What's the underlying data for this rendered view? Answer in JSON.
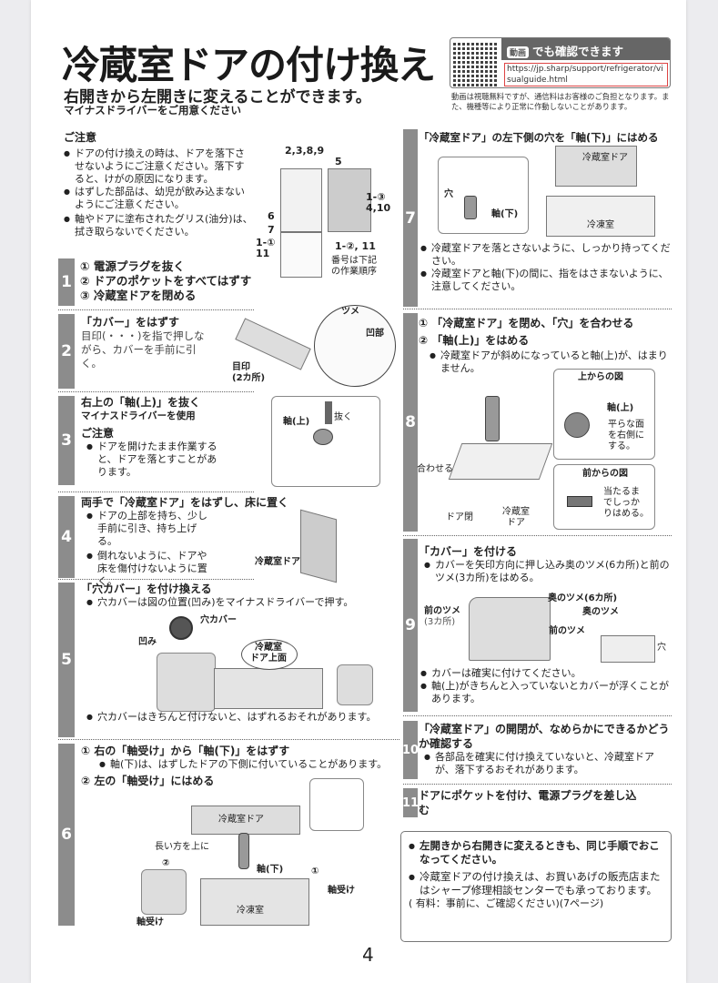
{
  "header": {
    "title": "冷蔵室ドアの付け換え",
    "subtitle": "右開きから左開きに変えることができます。",
    "tool_note": "マイナスドライバーをご用意ください"
  },
  "video": {
    "badge": "動画",
    "label": "でも確認できます",
    "url": "https://jp.sharp/support/refrigerator/visualguide.html",
    "note": "動画は視聴無料ですが、通信料はお客様のご負担となります。また、機種等により正常に作動しないことがあります。"
  },
  "caution": {
    "title": "ご注意",
    "items": [
      "ドアの付け換えの時は、ドアを落下させないようにご注意ください。落下すると、けがの原因になります。",
      "はずした部品は、幼児が飲み込まないようにご注意ください。",
      "軸やドアに塗布されたグリス(油分)は、拭き取らないでください。"
    ],
    "diagram_labels": {
      "top_left": "2,3,8,9",
      "top_right": "5",
      "right": "1-③\n4,10",
      "left_mid": "6",
      "left_low": "7",
      "plug": "1-①\n11",
      "bottom": "1-②, 11",
      "order_note": "番号は下記の作業順序"
    }
  },
  "steps": [
    {
      "num": "1",
      "lines": [
        "① 電源プラグを抜く",
        "② ドアのポケットをすべてはずす",
        "③ 冷蔵室ドアを閉める"
      ]
    },
    {
      "num": "2",
      "title": "「カバー」をはずす",
      "text": "目印(・・・)を指で押しながら、カバーを手前に引く。",
      "labels": [
        "ツメ",
        "凹部",
        "目印\n(2カ所)"
      ]
    },
    {
      "num": "3",
      "title": "右上の「軸(上)」を抜く",
      "text": "マイナスドライバーを使用",
      "caution_title": "ご注意",
      "items": [
        "ドアを開けたまま作業すると、ドアを落とすことがあります。"
      ],
      "labels": [
        "軸(上)",
        "抜く"
      ]
    },
    {
      "num": "4",
      "title": "両手で「冷蔵室ドア」をはずし、床に置く",
      "items": [
        "ドアの上部を持ち、少し手前に引き、持ち上げる。",
        "倒れないように、ドアや床を傷付けないように置く。"
      ],
      "labels": [
        "冷蔵室ドア"
      ]
    },
    {
      "num": "5",
      "title": "「穴カバー」を付け換える",
      "items": [
        "穴カバーは図の位置(凹み)をマイナスドライバーで押す。",
        "穴カバーはきちんと付けないと、はずれるおそれがあります。"
      ],
      "labels": [
        "穴カバー",
        "凹み",
        "冷蔵室\nドア上面"
      ]
    },
    {
      "num": "6",
      "title": "① 右の「軸受け」から「軸(下)」をはずす",
      "items": [
        "軸(下)は、はずしたドアの下側に付いていることがあります。"
      ],
      "title2": "② 左の「軸受け」にはめる",
      "labels": [
        "冷蔵室ドア",
        "長い方を上に",
        "軸(下)",
        "軸受け",
        "軸受け",
        "冷凍室",
        "②",
        "①"
      ]
    },
    {
      "num": "7",
      "title": "「冷蔵室ドア」の左下側の穴を「軸(下)」にはめる",
      "items": [
        "冷蔵室ドアを落とさないように、しっかり持ってください。",
        "冷蔵室ドアと軸(下)の間に、指をはさまないように、注意してください。"
      ],
      "labels": [
        "冷蔵室ドア",
        "穴",
        "軸(下)",
        "冷凍室"
      ]
    },
    {
      "num": "8",
      "lines": [
        "① 「冷蔵室ドア」を閉め、「穴」を合わせる",
        "② 「軸(上)」をはめる"
      ],
      "items": [
        "冷蔵室ドアが斜めになっていると軸(上)が、はまりません。"
      ],
      "labels": [
        "上からの図",
        "軸(上)",
        "平らな面\nを右側に\nする。",
        "前からの図",
        "当たるま\nでしっか\nりはめる。",
        "合わせる",
        "ドア閉",
        "冷蔵室\nドア"
      ]
    },
    {
      "num": "9",
      "title": "「カバー」を付ける",
      "items": [
        "カバーを矢印方向に押し込み奥のツメ(6カ所)と前のツメ(3カ所)をはめる。",
        "カバーは確実に付けてください。",
        "軸(上)がきちんと入っていないとカバーが浮くことがあります。"
      ],
      "labels": [
        "奥のツメ(6カ所)",
        "前のツメ",
        "(3カ所)",
        "奥のツメ",
        "前のツメ",
        "穴"
      ]
    },
    {
      "num": "10",
      "title": "「冷蔵室ドア」の開閉が、なめらかにできるかどうか確認する",
      "items": [
        "各部品を確実に付け換えていないと、冷蔵室ドアが、落下するおそれがあります。"
      ]
    },
    {
      "num": "11",
      "title": "ドアにポケットを付け、電源プラグを差し込む"
    }
  ],
  "note": {
    "items": [
      "左開きから右開きに変えるときも、同じ手順でおこなってください。",
      "冷蔵室ドアの付け換えは、お買いあげの販売店またはシャープ修理相談センターでも承っております。"
    ],
    "fee": "( 有料：事前に、ご確認ください)(7ページ)"
  },
  "page_number": "4"
}
